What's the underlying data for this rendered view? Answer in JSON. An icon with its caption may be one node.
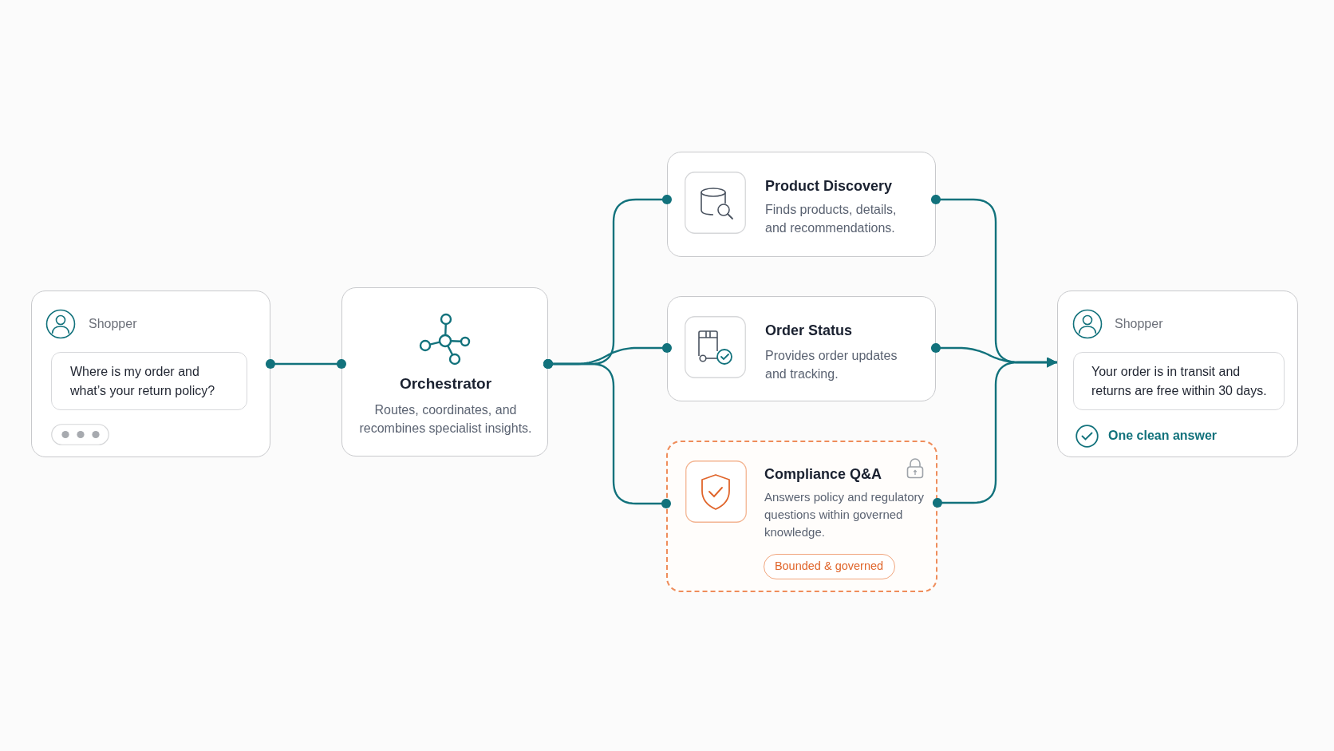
{
  "diagram": {
    "nodes": [
      {
        "text": [
          "Shopper"
        ]
      },
      {
        "text": [
          "Where is my order and what’s your return policy?"
        ],
        "in": 0
      },
      {
        "text": [
          "Orchestrator",
          "Routes, coordinates, and recombines specialist insights."
        ]
      },
      {
        "text": [
          "Product Discovery",
          "Finds products, details, and recommendations."
        ]
      },
      {
        "text": [
          "Order Status",
          "Provides order updates and tracking."
        ]
      },
      {
        "text": [
          "Compliance Q&A",
          "Answers policy and regulatory questions within governed knowledge."
        ]
      },
      {
        "text": [
          "Bounded & governed"
        ],
        "in": 5
      },
      {
        "text": [
          "Shopper",
          "One clean answer"
        ]
      },
      {
        "text": [
          "Your order is in transit and returns are free within 30 days."
        ],
        "in": 7
      }
    ],
    "edges": [
      {
        "from": 0,
        "to": 2,
        "arrow": "other"
      },
      {
        "from": 2,
        "to": 3,
        "arrow": "other"
      },
      {
        "from": 2,
        "to": 4,
        "arrow": "other"
      },
      {
        "from": 2,
        "to": 5,
        "arrow": "other"
      },
      {
        "from": 3,
        "to": 7,
        "arrow": "to"
      },
      {
        "from": 4,
        "to": 7,
        "arrow": "to"
      },
      {
        "from": 5,
        "to": 7,
        "arrow": "to"
      }
    ]
  }
}
